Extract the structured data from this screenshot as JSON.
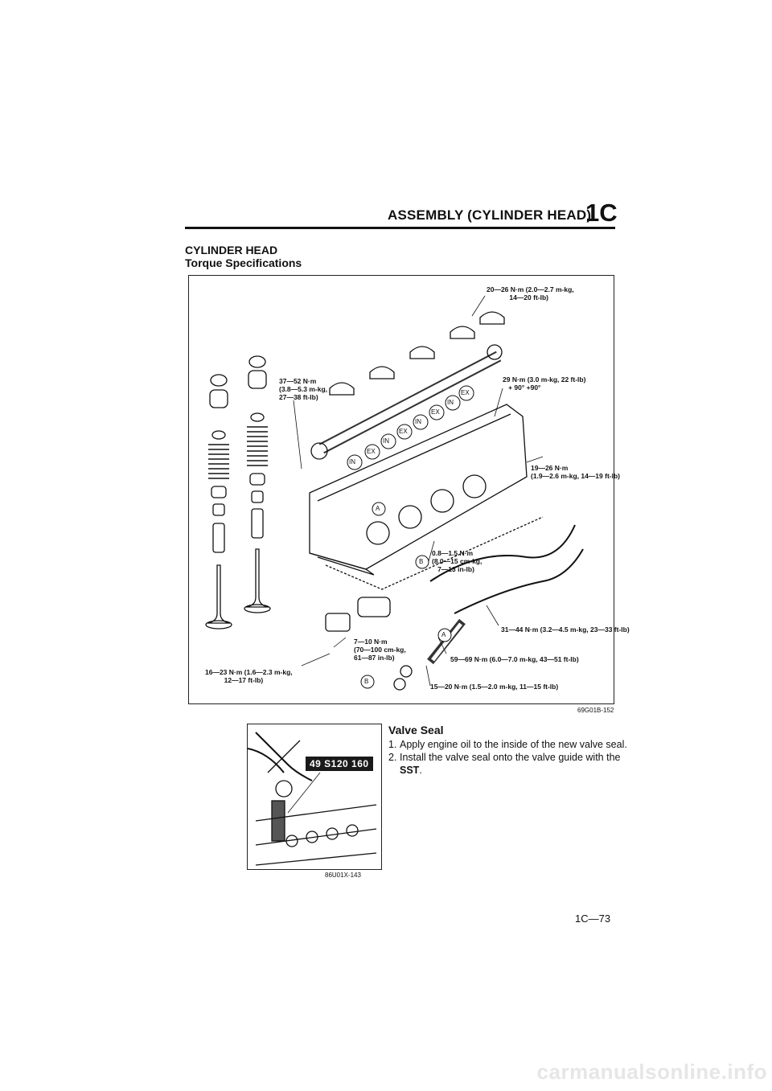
{
  "header": {
    "title": "ASSEMBLY (CYLINDER HEAD)",
    "section_code": "1C"
  },
  "section": {
    "title": "CYLINDER HEAD",
    "subtitle": "Torque Specifications"
  },
  "diagram": {
    "ref_code": "69G01B-152",
    "torque_labels": {
      "bearing_cap": "20—26 N·m (2.0—2.7 m-kg,\n            14—20 ft-lb)",
      "head_bolt": "29 N·m (3.0 m-kg, 22 ft-lb)\n   + 90° +90°",
      "sprocket_plate": "37—52 N·m\n(3.8—5.3 m-kg,\n27—38 ft-lb)",
      "bracket": "19—26 N·m\n(1.9—2.6 m-kg, 14—19 ft-lb)",
      "sensor": "0.8—1.5 N·m\n(8.0—15 cm-kg,\n   7—13 in-lb)",
      "water_outlet": "7—10 N·m\n(70—100 cm-kg,\n61—87 in-lb)",
      "nozzle_nut": "31—44 N·m (3.2—4.5 m-kg, 23—33 ft-lb)",
      "injector": "59—69 N·m (6.0—7.0 m-kg, 43—51 ft-lb)",
      "housing": "16—23 N·m (1.6—2.3 m-kg,\n          12—17 ft-lb)",
      "glow_plug": "15—20 N·m (1.5—2.0 m-kg, 11—15 ft-lb)"
    },
    "callouts": [
      "IN",
      "EX",
      "IN",
      "EX",
      "IN",
      "EX",
      "IN",
      "EX"
    ],
    "markers": {
      "a": "A",
      "b": "B"
    }
  },
  "photo": {
    "sst_tag": "49 S120 160",
    "ref_code": "86U01X-143"
  },
  "valve_seal": {
    "title": "Valve Seal",
    "step1_num": "1.",
    "step1_text": "Apply engine oil to the inside of the new valve seal.",
    "step2_num": "2.",
    "step2_text_a": "Install the valve seal onto the valve guide with the",
    "step2_sst": "SST",
    "step2_end": "."
  },
  "page_number": "1C—73",
  "watermark": "carmanualsonline.info"
}
